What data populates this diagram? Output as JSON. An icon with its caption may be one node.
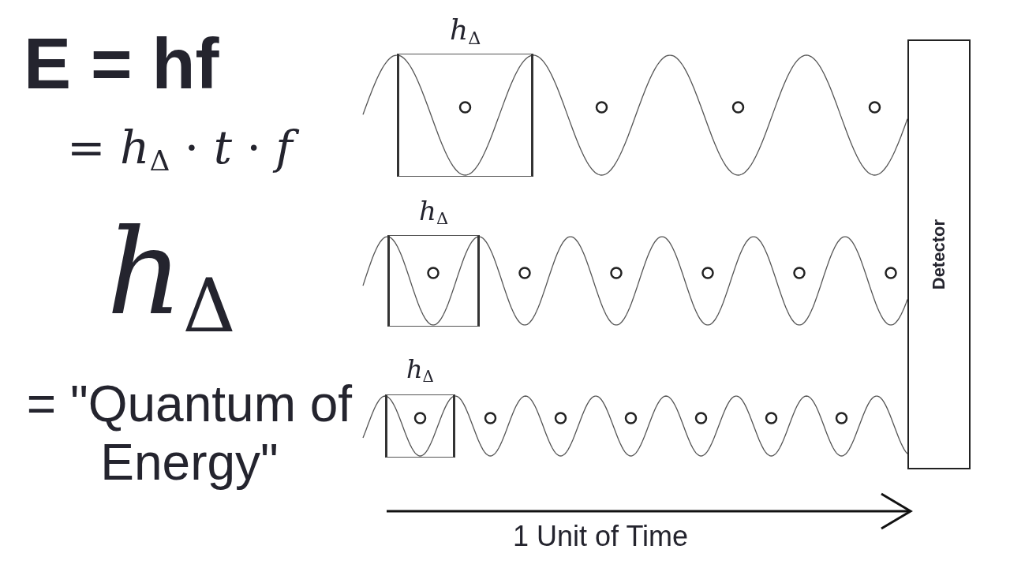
{
  "diagram": {
    "nodes": [
      {
        "text": [
          "*h*$_{Δ}$"
        ]
      },
      {
        "text": [
          "*h*$_{Δ}$"
        ]
      },
      {
        "text": [
          "*h*$_{Δ}$"
        ]
      },
      {
        "text": [
          "Detector"
        ]
      }
    ],
    "labels": [
      "E = hf",
      "= *h*$_{Δ}$ · *t* · *f*",
      "*h*$_{Δ}$",
      "= \"Quantum of Energy\"",
      "1 Unit of Time"
    ]
  }
}
